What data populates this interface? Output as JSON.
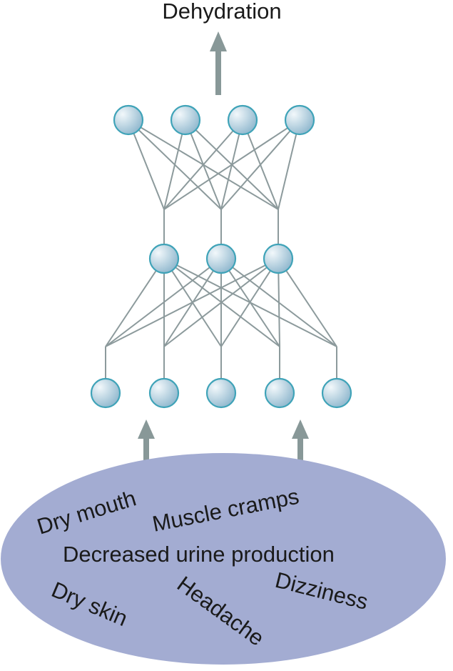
{
  "output_label": "Dehydration",
  "symptoms": [
    {
      "id": "dry-mouth",
      "label": "Dry mouth"
    },
    {
      "id": "muscle-cramps",
      "label": "Muscle cramps"
    },
    {
      "id": "decreased-urine",
      "label": "Decreased urine production"
    },
    {
      "id": "dry-skin",
      "label": "Dry skin"
    },
    {
      "id": "headache",
      "label": "Headache"
    },
    {
      "id": "dizziness",
      "label": "Dizziness"
    }
  ],
  "layers": {
    "input_count": 5,
    "hidden_count": 3,
    "output_count": 4
  },
  "colors": {
    "node_fill_light": "#eef6f9",
    "node_fill_dark": "#8bb5cc",
    "node_stroke": "#3fa3b8",
    "edge": "#8c9a9c",
    "arrow": "#889898",
    "ellipse": "#a3acd2",
    "text": "#1a1a1a"
  }
}
